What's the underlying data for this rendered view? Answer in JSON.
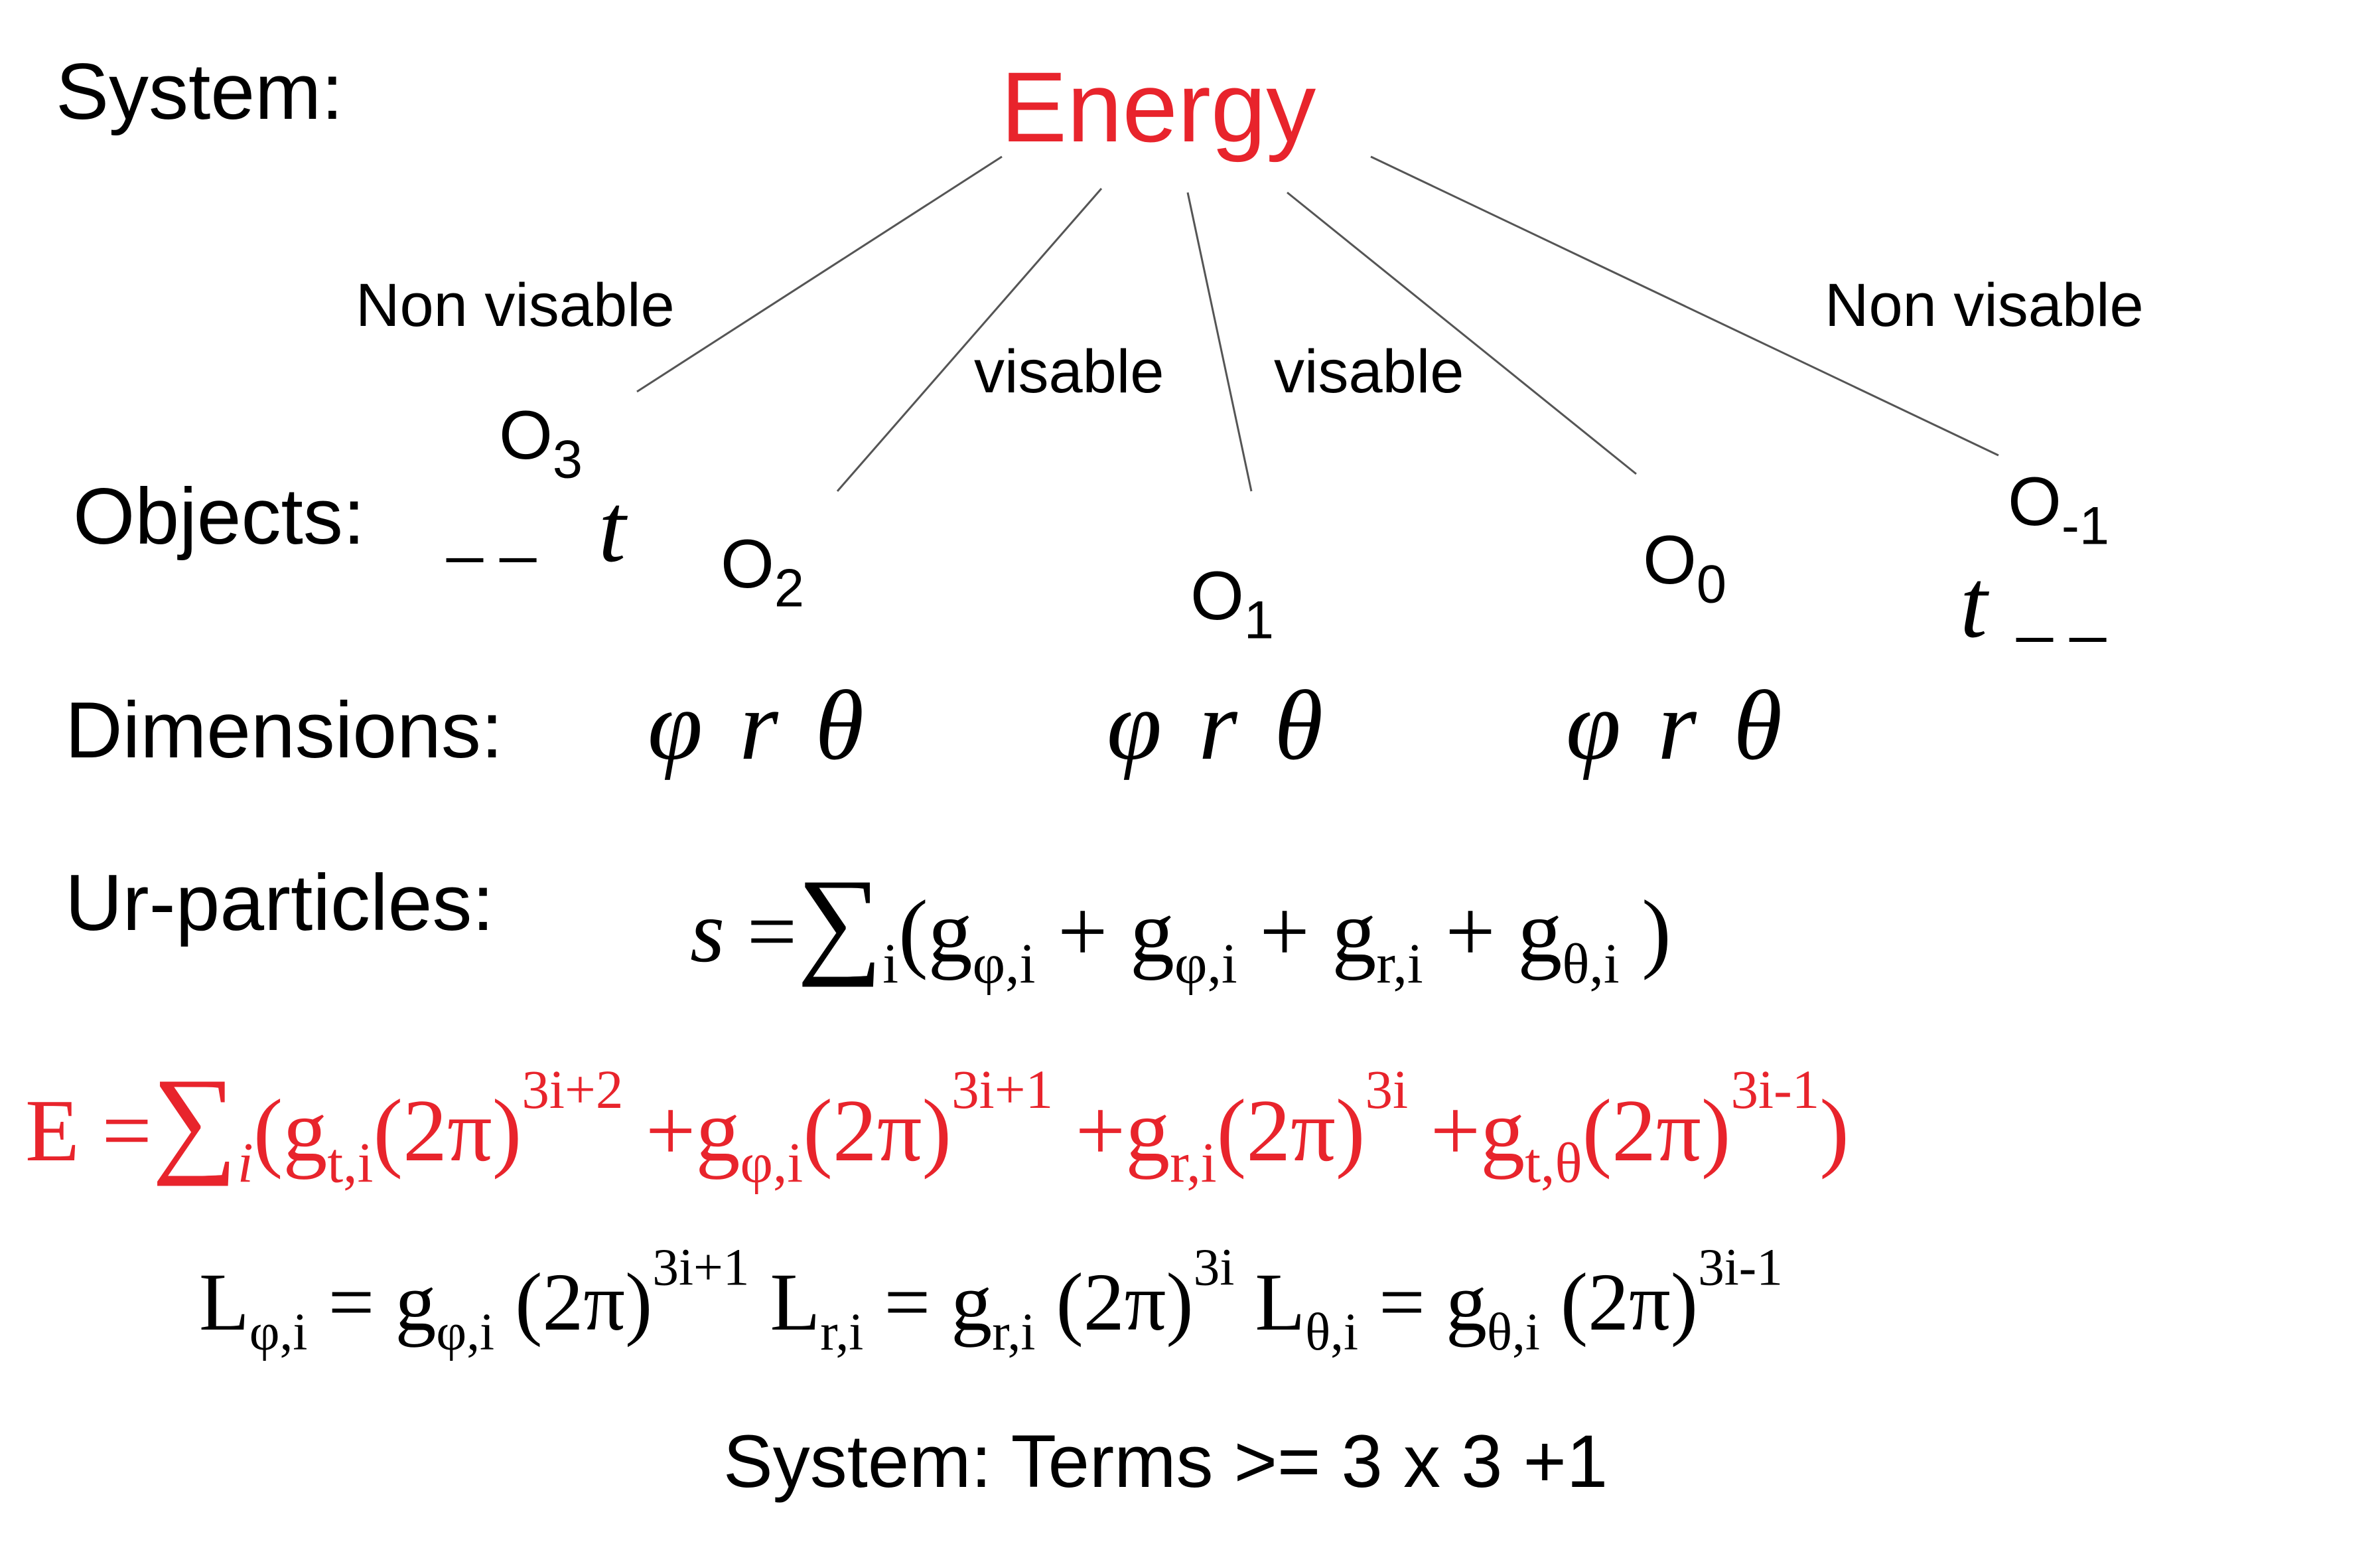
{
  "labels": {
    "system": "System:",
    "objects": "Objects:",
    "dimensions": "Dimensions:",
    "urparticles": "Ur-particles:"
  },
  "energy": "Energy",
  "branches": {
    "far_left": "Non visable",
    "inner_left": "visable",
    "inner_right": "visable",
    "far_right": "Non visable"
  },
  "objects": {
    "o3": {
      "base": "O",
      "sub": "3",
      "time_prefix": "_ _",
      "time": "t"
    },
    "o2": {
      "base": "O",
      "sub": "2"
    },
    "o1": {
      "base": "O",
      "sub": "1"
    },
    "o0": {
      "base": "O",
      "sub": "0"
    },
    "om1": {
      "base": "O",
      "sub": "-1",
      "time": "t",
      "time_suffix": "_ _"
    }
  },
  "dims": {
    "group": "φ r θ"
  },
  "s_formula": {
    "lhs": "s",
    "eq": "=",
    "sum": "∑",
    "sum_sub": "i",
    "open": "(",
    "g": "g",
    "plus": "+",
    "t1_sub": "φ,i",
    "t2_sub": "φ,i",
    "t3_sub": "r,i",
    "t4_sub": "θ,i",
    "close": ")"
  },
  "e_formula": {
    "lhs": "E",
    "eq": "=",
    "sum": "∑",
    "sum_sub": "i",
    "open": "(",
    "g": "g",
    "two_pi": "(2π)",
    "plus": "+",
    "t1_sub": "t,i",
    "t1_exp": "3i+2",
    "t2_sub": "φ,i",
    "t2_exp": "3i+1",
    "t3_sub": "r,i",
    "t3_exp": "3i",
    "t4_sub": "t,θ",
    "t4_exp": "3i-1",
    "close": ")"
  },
  "l_formulas": {
    "L": "L",
    "g": "g",
    "eq": "=",
    "two_pi": "(2π)",
    "l1_sub": "φ,i",
    "l1_exp": "3i+1",
    "l2_sub": "r,i",
    "l2_exp": "3i",
    "l3_sub": "θ,i",
    "l3_exp": "3i-1"
  },
  "footer": "System: Terms >= 3 x 3 +1",
  "colors": {
    "accent_red": "#e8242c",
    "text": "#000000",
    "line": "#555555"
  }
}
